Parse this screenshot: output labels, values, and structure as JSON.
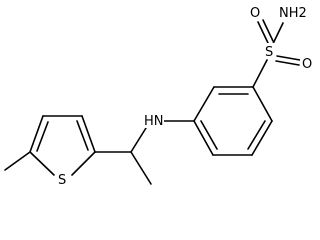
{
  "molecule": {
    "atoms": {
      "nh2": "NH2",
      "s_sulfonyl": "S",
      "o_top": "O",
      "o_right": "O",
      "nh": "HN",
      "s_thiophene": "S"
    },
    "colors": {
      "bond": "#000000",
      "text": "#000000",
      "background": "#ffffff"
    }
  }
}
